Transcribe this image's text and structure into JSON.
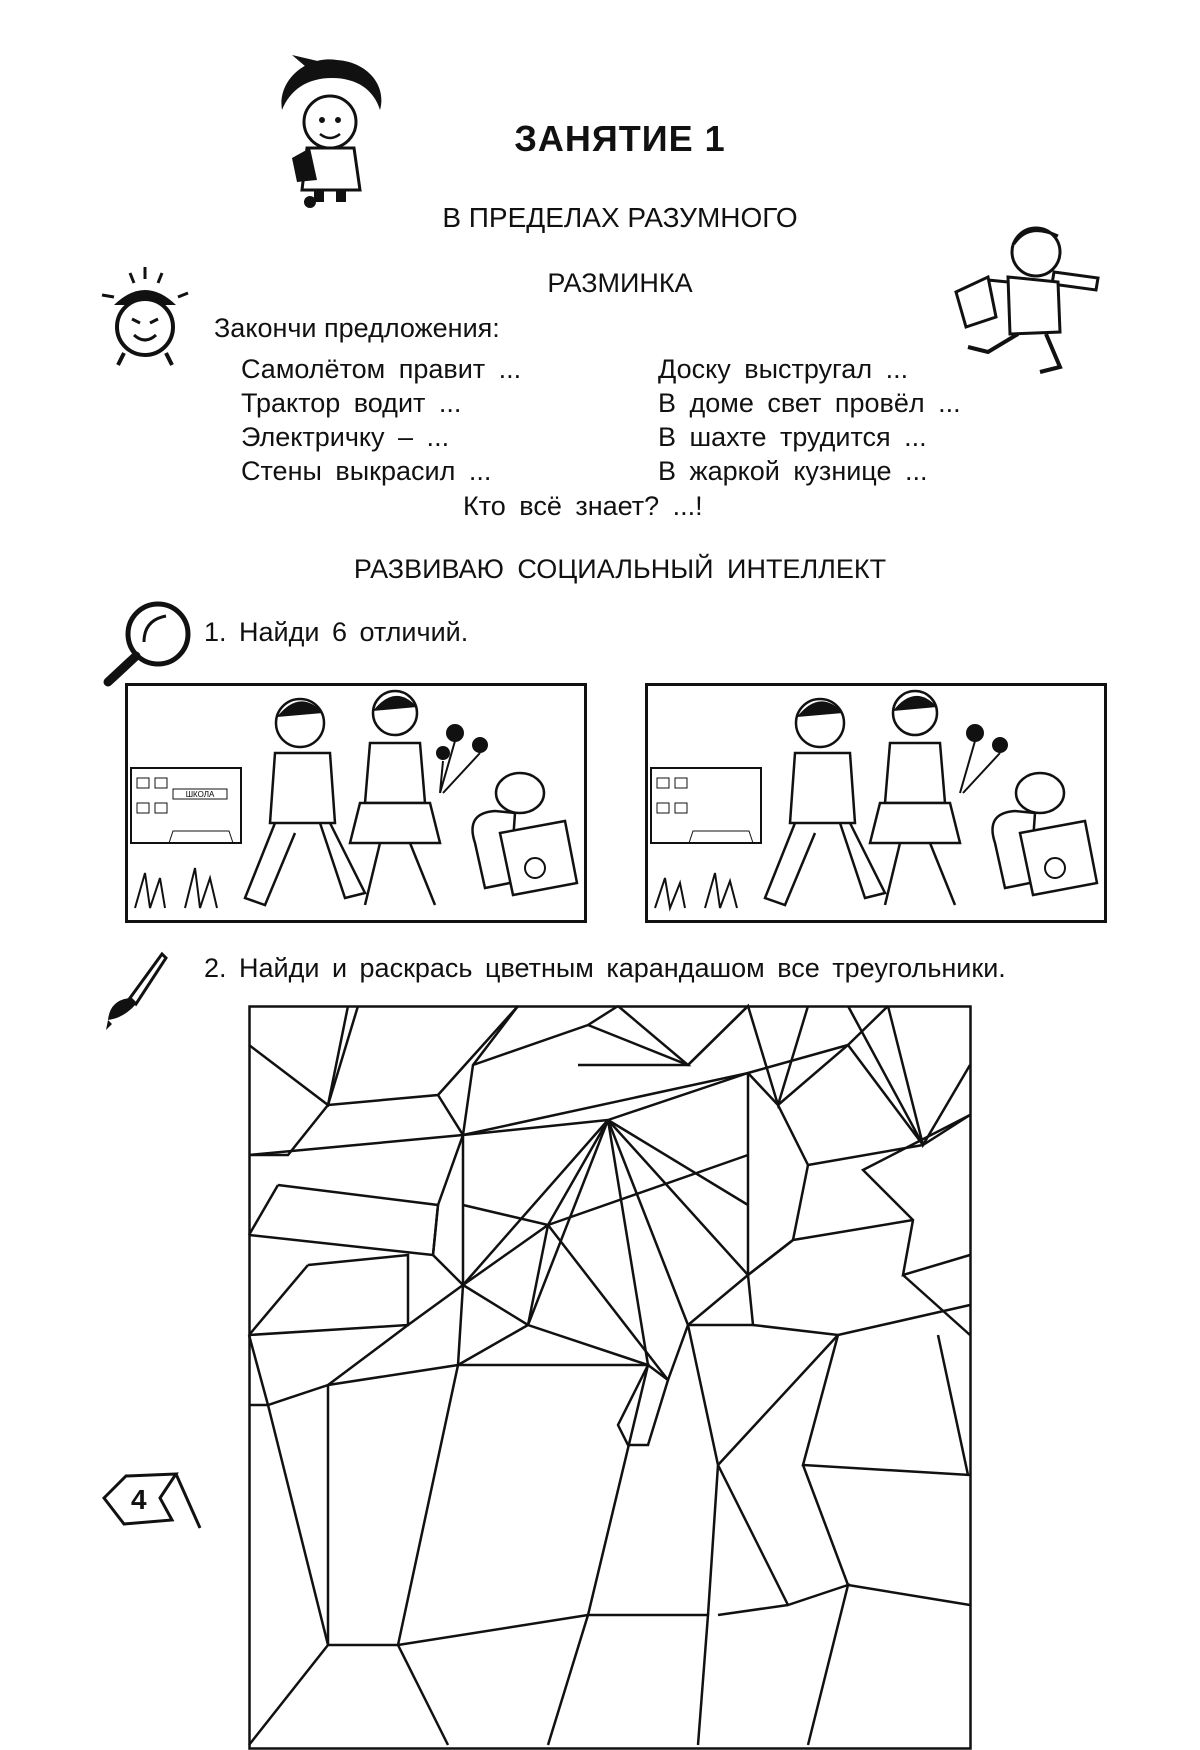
{
  "lesson": {
    "title": "ЗАНЯТИЕ 1",
    "subtitle": "В ПРЕДЕЛАХ РАЗУМНОГО"
  },
  "warmup": {
    "heading": "РАЗМИНКА",
    "prompt": "Закончи предложения:",
    "left_lines": [
      "Самолётом правит ...",
      "Трактор водит ...",
      "Электричку – ...",
      "Стены выкрасил ..."
    ],
    "right_lines": [
      "Доску выстругал ...",
      "В доме свет провёл ...",
      "В шахте трудится ...",
      "В жаркой кузнице ..."
    ],
    "closing": "Кто всё знает? ...!"
  },
  "social": {
    "heading": "РАЗВИВАЮ СОЦИАЛЬНЫЙ ИНТЕЛЛЕКТ"
  },
  "tasks": [
    {
      "label": "1. Найди 6 отличий."
    },
    {
      "label": "2. Найди и раскрась цветным карандашом все треугольники."
    }
  ],
  "illustration": {
    "school_sign": "ШКОЛА"
  },
  "page_number": "4",
  "icons": [
    "kid-mascot-icon",
    "alarm-clock-icon",
    "boy-with-binoculars-icon",
    "magnifier-icon",
    "paintbrush-icon",
    "flag-icon"
  ]
}
